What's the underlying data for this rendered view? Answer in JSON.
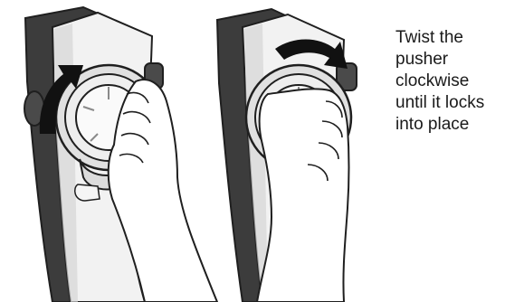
{
  "instruction": {
    "lines": [
      "Twist the",
      "pusher",
      "clockwise",
      "until it locks",
      "into place"
    ]
  },
  "colors": {
    "device_dark": "#3c3c3c",
    "device_body": "#f2f2f2",
    "outline": "#1f1f1f",
    "arrow": "#111111",
    "accent_yellow": "#f3e36b"
  },
  "illustrations": [
    {
      "step": "before",
      "arrow_icon": "curved-arrow-up-icon"
    },
    {
      "step": "after",
      "arrow_icon": "curved-arrow-right-icon"
    }
  ]
}
